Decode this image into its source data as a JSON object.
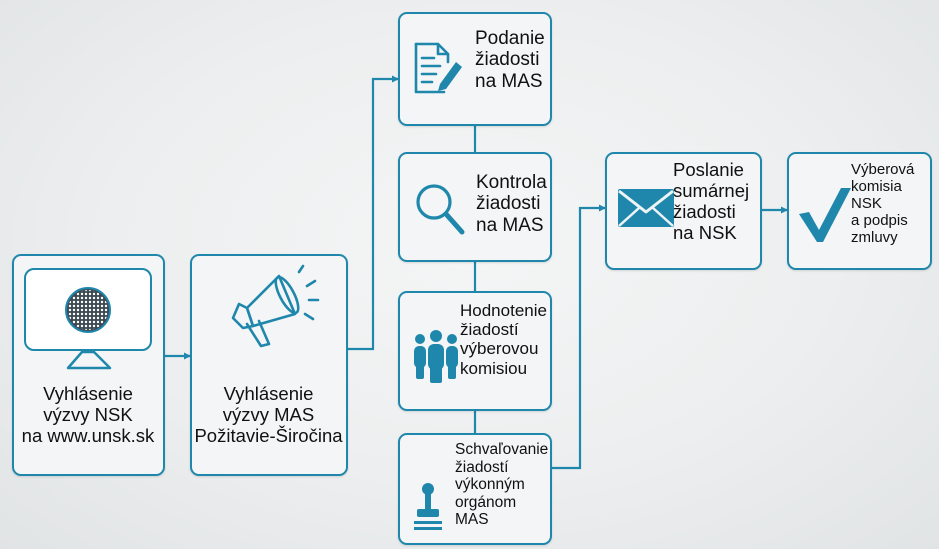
{
  "steps": {
    "nsk_call": {
      "lines": [
        "Vyhlásenie",
        "výzvy NSK",
        "na www.unsk.sk"
      ]
    },
    "mas_call": {
      "lines": [
        "Vyhlásenie",
        "výzvy MAS",
        "Požitavie-Širočina"
      ]
    },
    "submit": {
      "lines": [
        "Podanie",
        "žiadosti",
        "na MAS"
      ]
    },
    "check": {
      "lines": [
        "Kontrola",
        "žiadosti",
        "na MAS"
      ]
    },
    "evaluate": {
      "lines": [
        "Hodnotenie",
        "žiadostí",
        "výberovou",
        "komisiou"
      ]
    },
    "approve": {
      "lines": [
        "Schvaľovanie",
        "žiadostí",
        "výkonným",
        "orgánom MAS"
      ]
    },
    "send": {
      "lines": [
        "Poslanie",
        "sumárnej",
        "žiadosti",
        "na NSK"
      ]
    },
    "committee": {
      "lines": [
        "Výberová",
        "komisia NSK",
        "a podpis",
        "zmluvy"
      ]
    }
  },
  "icons": {
    "nsk_call": "monitor-globe-icon",
    "mas_call": "megaphone-icon",
    "submit": "document-pen-icon",
    "check": "magnifier-icon",
    "evaluate": "people-group-icon",
    "approve": "stamp-icon",
    "send": "envelope-icon",
    "committee": "checkmark-icon"
  },
  "colors": {
    "accent": "#1f87ab",
    "globe": "#3d4a52",
    "background": "#eceeef"
  }
}
